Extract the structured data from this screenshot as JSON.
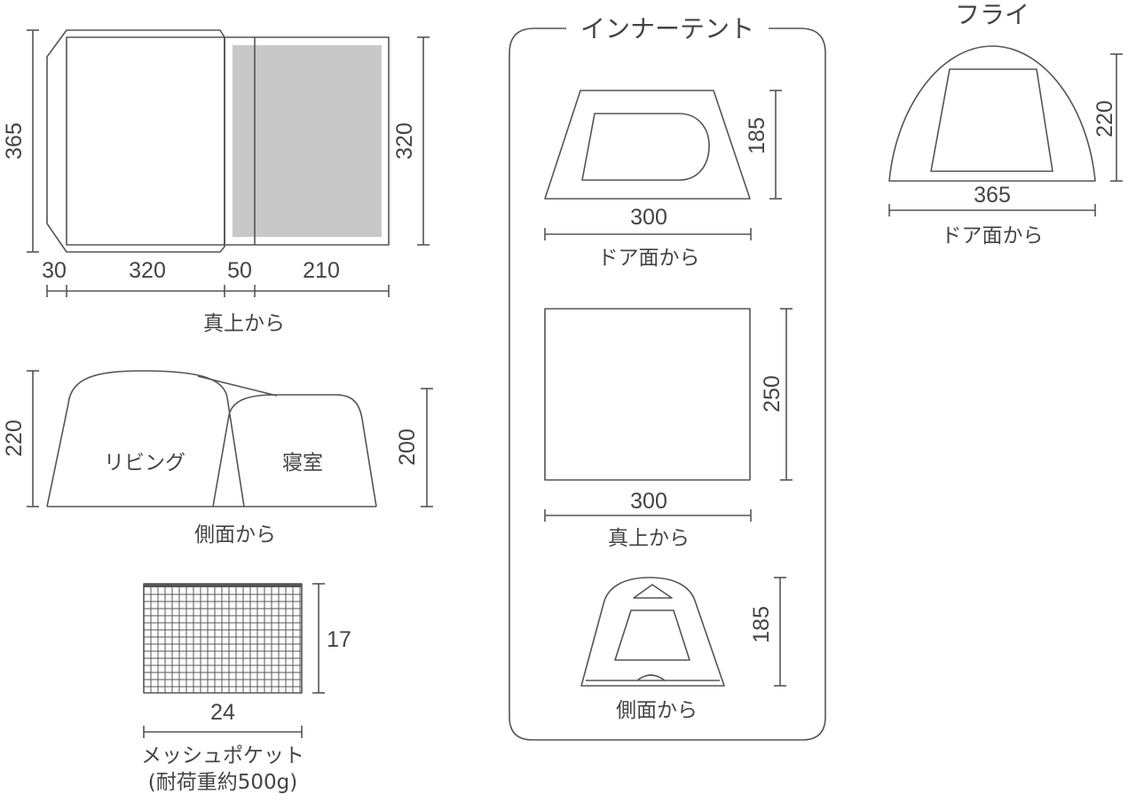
{
  "top_view": {
    "depth": "365",
    "width_right": "320",
    "seg_1": "30",
    "seg_2": "320",
    "seg_3": "50",
    "seg_4": "210",
    "caption": "真上から"
  },
  "side_view": {
    "height_left": "220",
    "height_right": "200",
    "room_living": "リビング",
    "room_bedroom": "寝室",
    "caption": "側面から"
  },
  "mesh_pocket": {
    "height": "17",
    "width": "24",
    "caption_line1": "メッシュポケット",
    "caption_line2": "(耐荷重約500g)"
  },
  "inner_tent": {
    "title": "インナーテント",
    "door_view": {
      "height": "185",
      "width": "300",
      "caption": "ドア面から"
    },
    "top_view": {
      "height": "250",
      "width": "300",
      "caption": "真上から"
    },
    "side_view": {
      "height": "185",
      "caption": "側面から"
    }
  },
  "fly": {
    "title": "フライ",
    "height": "220",
    "width": "365",
    "caption": "ドア面から"
  },
  "colors": {
    "line": "#555555",
    "text": "#444444",
    "fill_gray": "#c8c8c8"
  }
}
